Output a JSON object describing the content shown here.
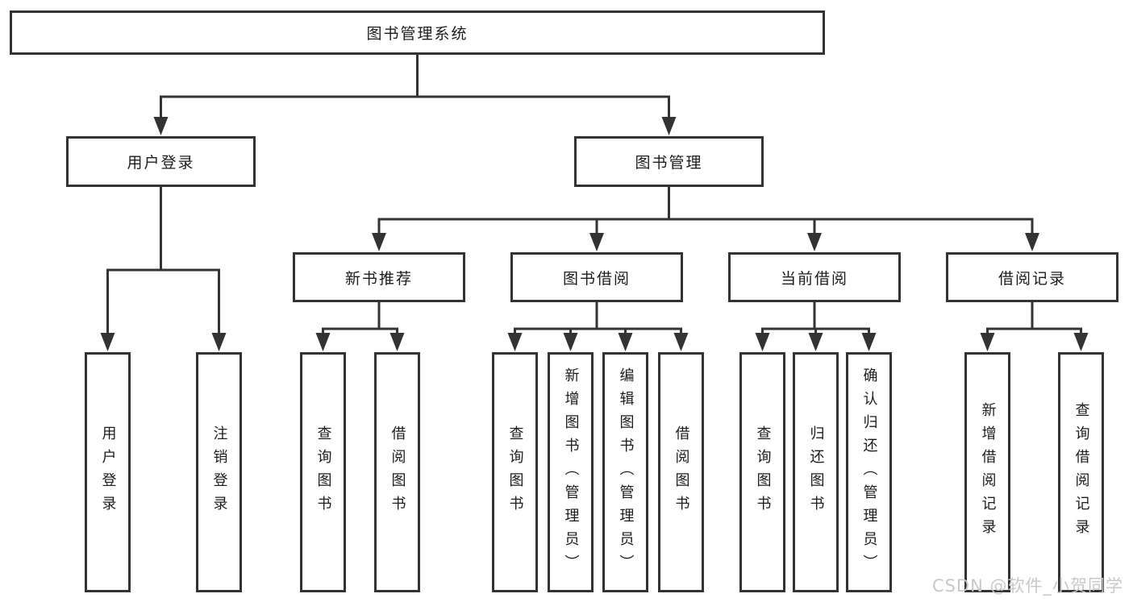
{
  "title": "图书管理系统",
  "tree": {
    "root": {
      "label": "图书管理系统"
    },
    "branches": [
      {
        "label": "用户登录",
        "children": [
          {
            "label": "用户登录"
          },
          {
            "label": "注销登录"
          }
        ]
      },
      {
        "label": "图书管理",
        "children": [
          {
            "label": "新书推荐",
            "children": [
              {
                "label": "查询图书"
              },
              {
                "label": "借阅图书"
              }
            ]
          },
          {
            "label": "图书借阅",
            "children": [
              {
                "label": "查询图书"
              },
              {
                "label": "新增图书（管理员）"
              },
              {
                "label": "编辑图书（管理员）"
              },
              {
                "label": "借阅图书"
              }
            ]
          },
          {
            "label": "当前借阅",
            "children": [
              {
                "label": "查询图书"
              },
              {
                "label": "归还图书"
              },
              {
                "label": "确认归还（管理员）"
              }
            ]
          },
          {
            "label": "借阅记录",
            "children": [
              {
                "label": "新增借阅记录"
              },
              {
                "label": "查询借阅记录"
              }
            ]
          }
        ]
      }
    ]
  },
  "watermark": "CSDN @软件_小贺同学",
  "colors": {
    "line": "#333333",
    "box_border": "#333333",
    "box_fill": "#ffffff",
    "text": "#1c1c1c",
    "watermark": "#c8c8c8",
    "background": "#ffffff"
  }
}
